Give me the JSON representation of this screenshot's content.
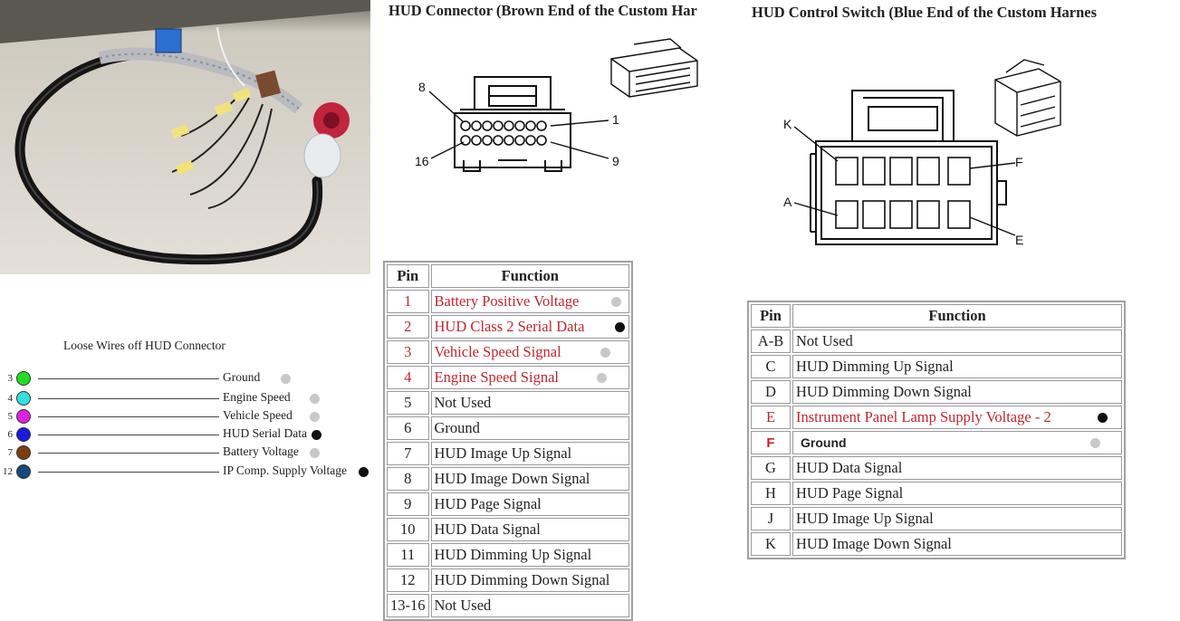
{
  "headings": {
    "hud_connector": "HUD Connector (Brown End of the Custom Har",
    "hud_switch": "HUD Control Switch (Blue End of the Custom Harnes"
  },
  "connector_labels": {
    "p8": "8",
    "p1": "1",
    "p16": "16",
    "p9": "9"
  },
  "switch_labels": {
    "k": "K",
    "f": "F",
    "a": "A",
    "e": "E"
  },
  "loose_wires": {
    "title": "Loose Wires off HUD Connector",
    "items": [
      {
        "num": "3",
        "label": "Ground",
        "color": "#22dd22",
        "dot": "grey"
      },
      {
        "num": "4",
        "label": "Engine Speed",
        "color": "#33e0e0",
        "dot": "grey"
      },
      {
        "num": "5",
        "label": "Vehicle Speed",
        "color": "#dd22dd",
        "dot": "grey"
      },
      {
        "num": "6",
        "label": "HUD Serial Data",
        "color": "#1a1ae0",
        "dot": "black"
      },
      {
        "num": "7",
        "label": "Battery Voltage",
        "color": "#7a3e12",
        "dot": "grey"
      },
      {
        "num": "12",
        "label": "IP Comp. Supply Voltage",
        "color": "#154a7a",
        "dot": "black"
      }
    ]
  },
  "connector_table": {
    "header": {
      "pin": "Pin",
      "function": "Function"
    },
    "rows": [
      {
        "pin": "1",
        "function": "Battery Positive Voltage",
        "red": true,
        "dot": "grey"
      },
      {
        "pin": "2",
        "function": "HUD Class 2 Serial Data",
        "red": true,
        "dot": "black"
      },
      {
        "pin": "3",
        "function": "Vehicle Speed Signal",
        "red": true,
        "dot": "grey"
      },
      {
        "pin": "4",
        "function": "Engine Speed Signal",
        "red": true,
        "dot": "grey"
      },
      {
        "pin": "5",
        "function": "Not Used"
      },
      {
        "pin": "6",
        "function": "Ground"
      },
      {
        "pin": "7",
        "function": "HUD Image Up Signal"
      },
      {
        "pin": "8",
        "function": "HUD Image Down Signal"
      },
      {
        "pin": "9",
        "function": "HUD Page Signal"
      },
      {
        "pin": "10",
        "function": "HUD Data Signal"
      },
      {
        "pin": "11",
        "function": "HUD Dimming Up Signal"
      },
      {
        "pin": "12",
        "function": "HUD Dimming Down Signal"
      },
      {
        "pin": "13-16",
        "function": "Not Used"
      }
    ]
  },
  "switch_table": {
    "header": {
      "pin": "Pin",
      "function": "Function"
    },
    "rows": [
      {
        "pin": "A-B",
        "function": "Not Used"
      },
      {
        "pin": "C",
        "function": "HUD Dimming Up Signal"
      },
      {
        "pin": "D",
        "function": "HUD Dimming Down Signal"
      },
      {
        "pin": "E",
        "function": "Instrument Panel Lamp Supply Voltage - 2",
        "red": true,
        "dot": "black"
      },
      {
        "pin": "F",
        "function": "Ground",
        "redsans": true,
        "dot": "grey"
      },
      {
        "pin": "G",
        "function": "HUD Data Signal"
      },
      {
        "pin": "H",
        "function": "HUD Page Signal"
      },
      {
        "pin": "J",
        "function": "HUD Image Up Signal"
      },
      {
        "pin": "K",
        "function": "HUD Image Down Signal"
      }
    ]
  }
}
